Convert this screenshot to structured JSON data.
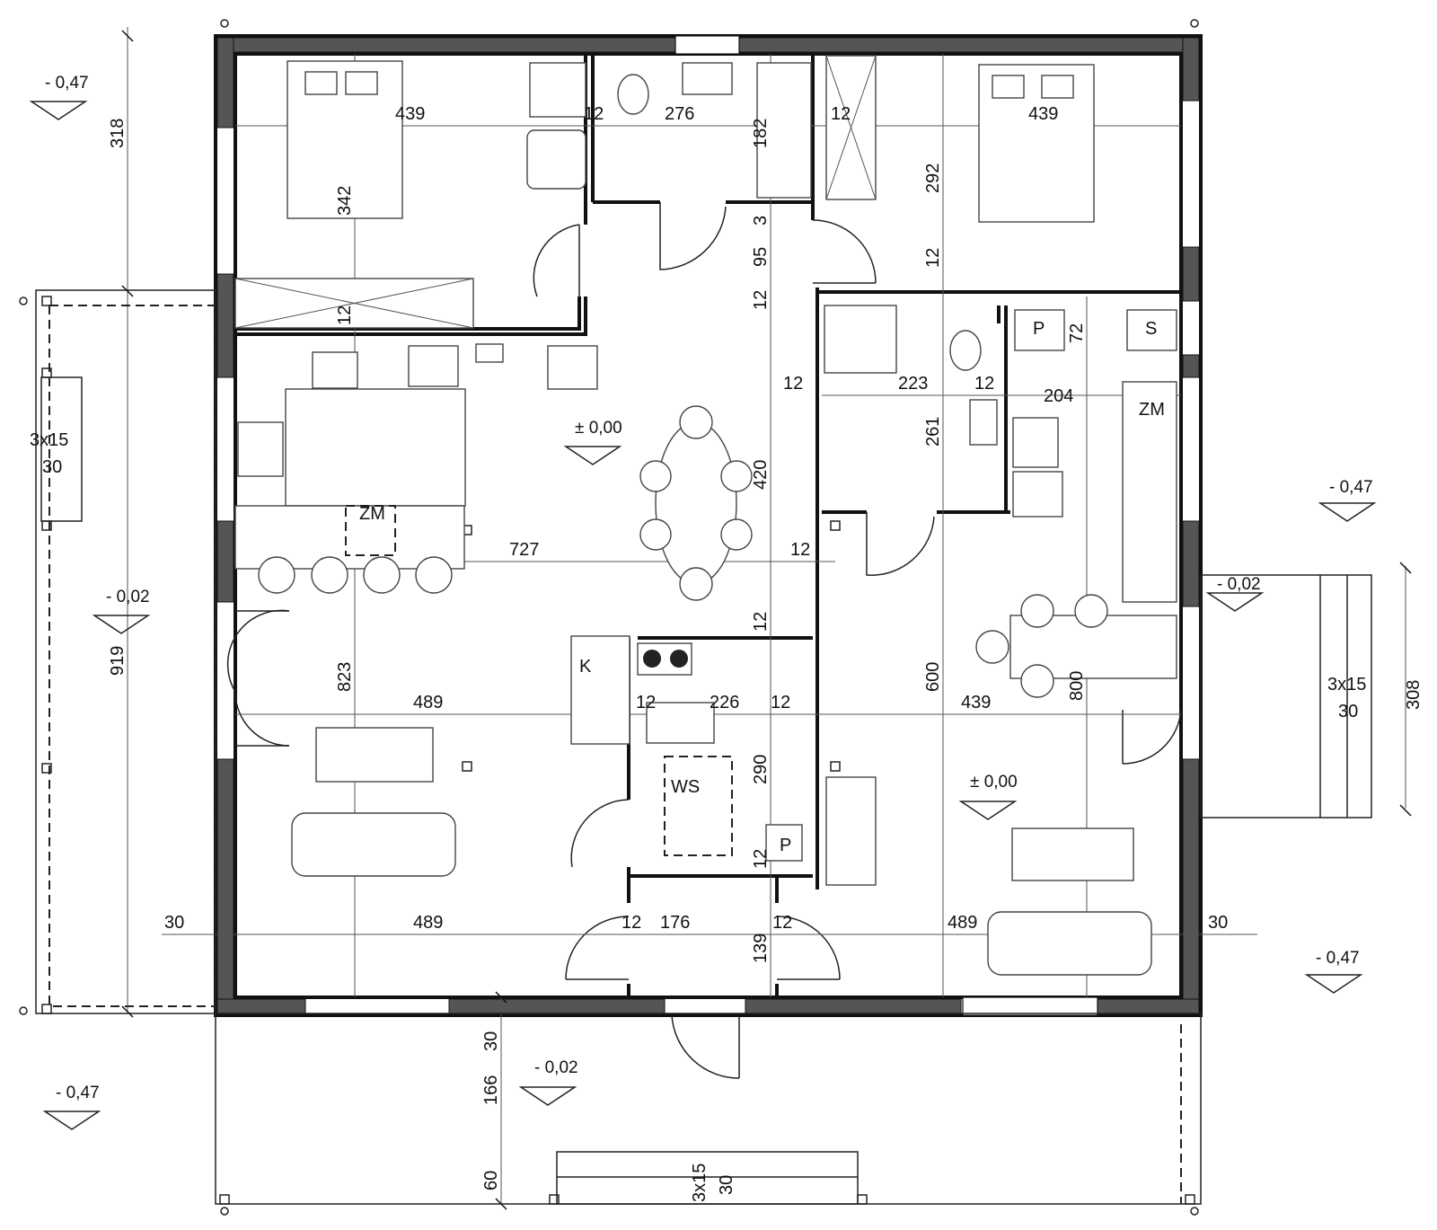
{
  "dimensions": {
    "bedroom_left_width": "439",
    "bedroom_left_depth": "342",
    "bath_wall_a": "12",
    "bath_width": "276",
    "bath_depth": "182",
    "bath_wall_b": "12",
    "bedroom_right_width": "439",
    "bedroom_right_depth": "292",
    "wall_12_right": "12",
    "corridor_3": "3",
    "corridor_95": "95",
    "corridor_12": "12",
    "wall_12_left": "12",
    "overall_left_318": "318",
    "overall_left_919": "919",
    "overall_right_308": "308",
    "wc_wall": "12",
    "wc_width": "223",
    "wc_wall_b": "12",
    "kitchen2_width": "204",
    "wc_depth": "261",
    "kitchen_height": "420",
    "living_727": "727",
    "wall_12_mid": "12",
    "wall_12_k": "12",
    "living_left_823": "823",
    "living_left_489": "489",
    "boiler_wall": "12",
    "boiler_width": "226",
    "boiler_wall_b": "12",
    "boiler_depth": "290",
    "living_right_600": "600",
    "living_right_439": "439",
    "kitchen2_800": "800",
    "pantry_12": "12",
    "pantry_72": "72",
    "bottom_30_left": "30",
    "bottom_489_left": "489",
    "hall_wall_a": "12",
    "hall_width": "176",
    "hall_wall_b": "12",
    "hall_139": "139",
    "bottom_489_right": "489",
    "bottom_30_right": "30",
    "terrace_30": "30",
    "terrace_166": "166",
    "terrace_60": "60"
  },
  "levels": {
    "ext_top_left": "-  0,47",
    "ext_right_mid": "-  0,47",
    "ext_right_bottom": "-  0,47",
    "ext_bottom_left": "-  0,47",
    "terrace_left": "-  0,02",
    "terrace_right": "-  0,02",
    "terrace_bottom": "-  0,02",
    "floor_main": "±  0,00",
    "floor_right": "±  0,00"
  },
  "stairs": {
    "left_top": "3x15",
    "left_bottom": "30",
    "right_top": "3x15",
    "right_bottom": "30",
    "bottom_top": "3x15",
    "bottom_bottom": "30"
  },
  "labels": {
    "fridge_main": "ZM",
    "fridge_right": "ZM",
    "boiler_room": "K",
    "shower": "WS",
    "laundry_bath": "P",
    "laundry_wc": "P",
    "dryer": "S"
  },
  "colors": {
    "line": "#111111",
    "paper": "#ffffff"
  }
}
